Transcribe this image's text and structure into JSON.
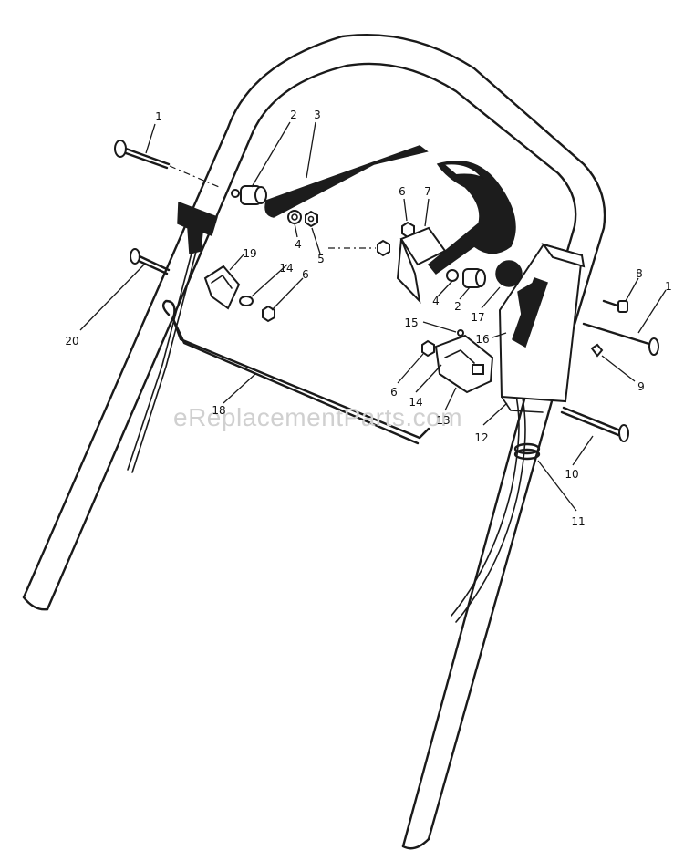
{
  "watermark": "eReplacementParts.com",
  "callouts": {
    "c1a": "1",
    "c2a": "2",
    "c3": "3",
    "c6a": "6",
    "c7": "7",
    "c4a": "4",
    "c5": "5",
    "c19": "19",
    "c14a": "14",
    "c6b": "6",
    "c20": "20",
    "c8": "8",
    "c1b": "1",
    "c4b": "4",
    "c2b": "2",
    "c17": "17",
    "c15": "15",
    "c16": "16",
    "c9": "9",
    "c6c": "6",
    "c14b": "14",
    "c13": "13",
    "c18": "18",
    "c12": "12",
    "c10": "10",
    "c11": "11"
  }
}
